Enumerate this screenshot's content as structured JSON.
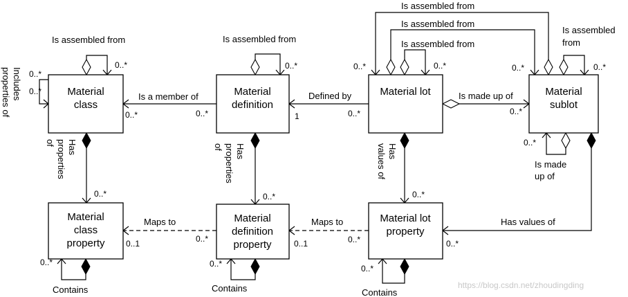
{
  "boxes": {
    "material_class": [
      "Material",
      "class"
    ],
    "material_definition": [
      "Material",
      "definition"
    ],
    "material_lot": [
      "Material lot"
    ],
    "material_sublot": [
      "Material",
      "sublot"
    ],
    "material_class_property": [
      "Material",
      "class",
      "property"
    ],
    "material_definition_property": [
      "Material",
      "definition",
      "property"
    ],
    "material_lot_property": [
      "Material lot",
      "property"
    ]
  },
  "labels": {
    "is_assembled_from": "Is assembled from",
    "is_assembled": "Is assembled",
    "from": "from",
    "is_a_member_of": "Is a member of",
    "defined_by": "Defined by",
    "is_made_up_of": "Is made up of",
    "is_made": "Is made",
    "up_of": "up of",
    "includes": "Includes",
    "properties_of": "properties of",
    "has": "Has",
    "properties": "properties",
    "of": "of",
    "values_of": "values of",
    "maps_to": "Maps to",
    "has_values_of": "Has values of",
    "contains": "Contains"
  },
  "multiplicity": {
    "many": "0..*",
    "one": "1",
    "optional_one": "0..1"
  },
  "watermark": "https://blog.csdn.net/zhoudingding"
}
